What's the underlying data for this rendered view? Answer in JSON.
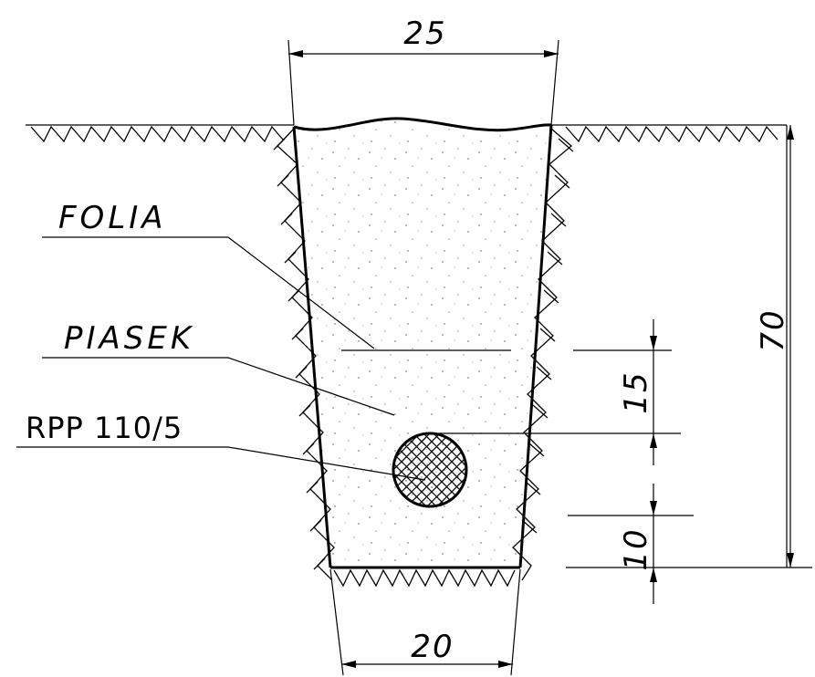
{
  "labels": {
    "folia": "FOLIA",
    "piasek": "PIASEK",
    "pipe": "RPP 110/5"
  },
  "dimensions": {
    "top_width": "25",
    "bottom_width": "20",
    "depth": "70",
    "cover": "15",
    "bedding": "10"
  },
  "colors": {
    "line": "#000000",
    "background": "#ffffff"
  }
}
